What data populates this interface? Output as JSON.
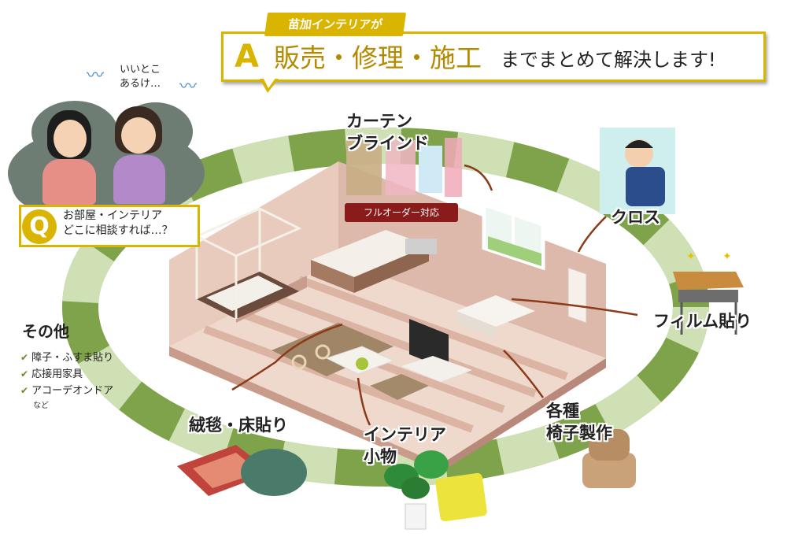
{
  "answer": {
    "tab_label": "苗加インテリアが",
    "letter": "A",
    "highlight": "販売・修理・施工",
    "rest": "までまとめて解決します!"
  },
  "question": {
    "letter": "Q",
    "lines": [
      "お部屋・インテリア",
      "どこに相談すれば…？"
    ],
    "thought_lines": [
      "いいとこ",
      "あるけ…"
    ]
  },
  "labels": {
    "curtain": [
      "カーテン",
      "ブラインド"
    ],
    "order_badge": "フルオーダー対応",
    "cloth": "クロス",
    "film": "フィルム貼り",
    "chair": [
      "各種",
      "椅子製作"
    ],
    "interior": [
      "インテリア",
      "小物"
    ],
    "carpet": "絨毯・床貼り"
  },
  "other": {
    "title": "その他",
    "items": [
      "障子・ふすま貼り",
      "応接用家具",
      "アコーデオンドア"
    ],
    "etc": "など"
  },
  "colors": {
    "ring_dark": "#7ea34a",
    "ring_light": "#cfe0b4",
    "gold": "#d9b400",
    "badge": "#8a1b1b",
    "brown_line": "#8b3a1a"
  }
}
